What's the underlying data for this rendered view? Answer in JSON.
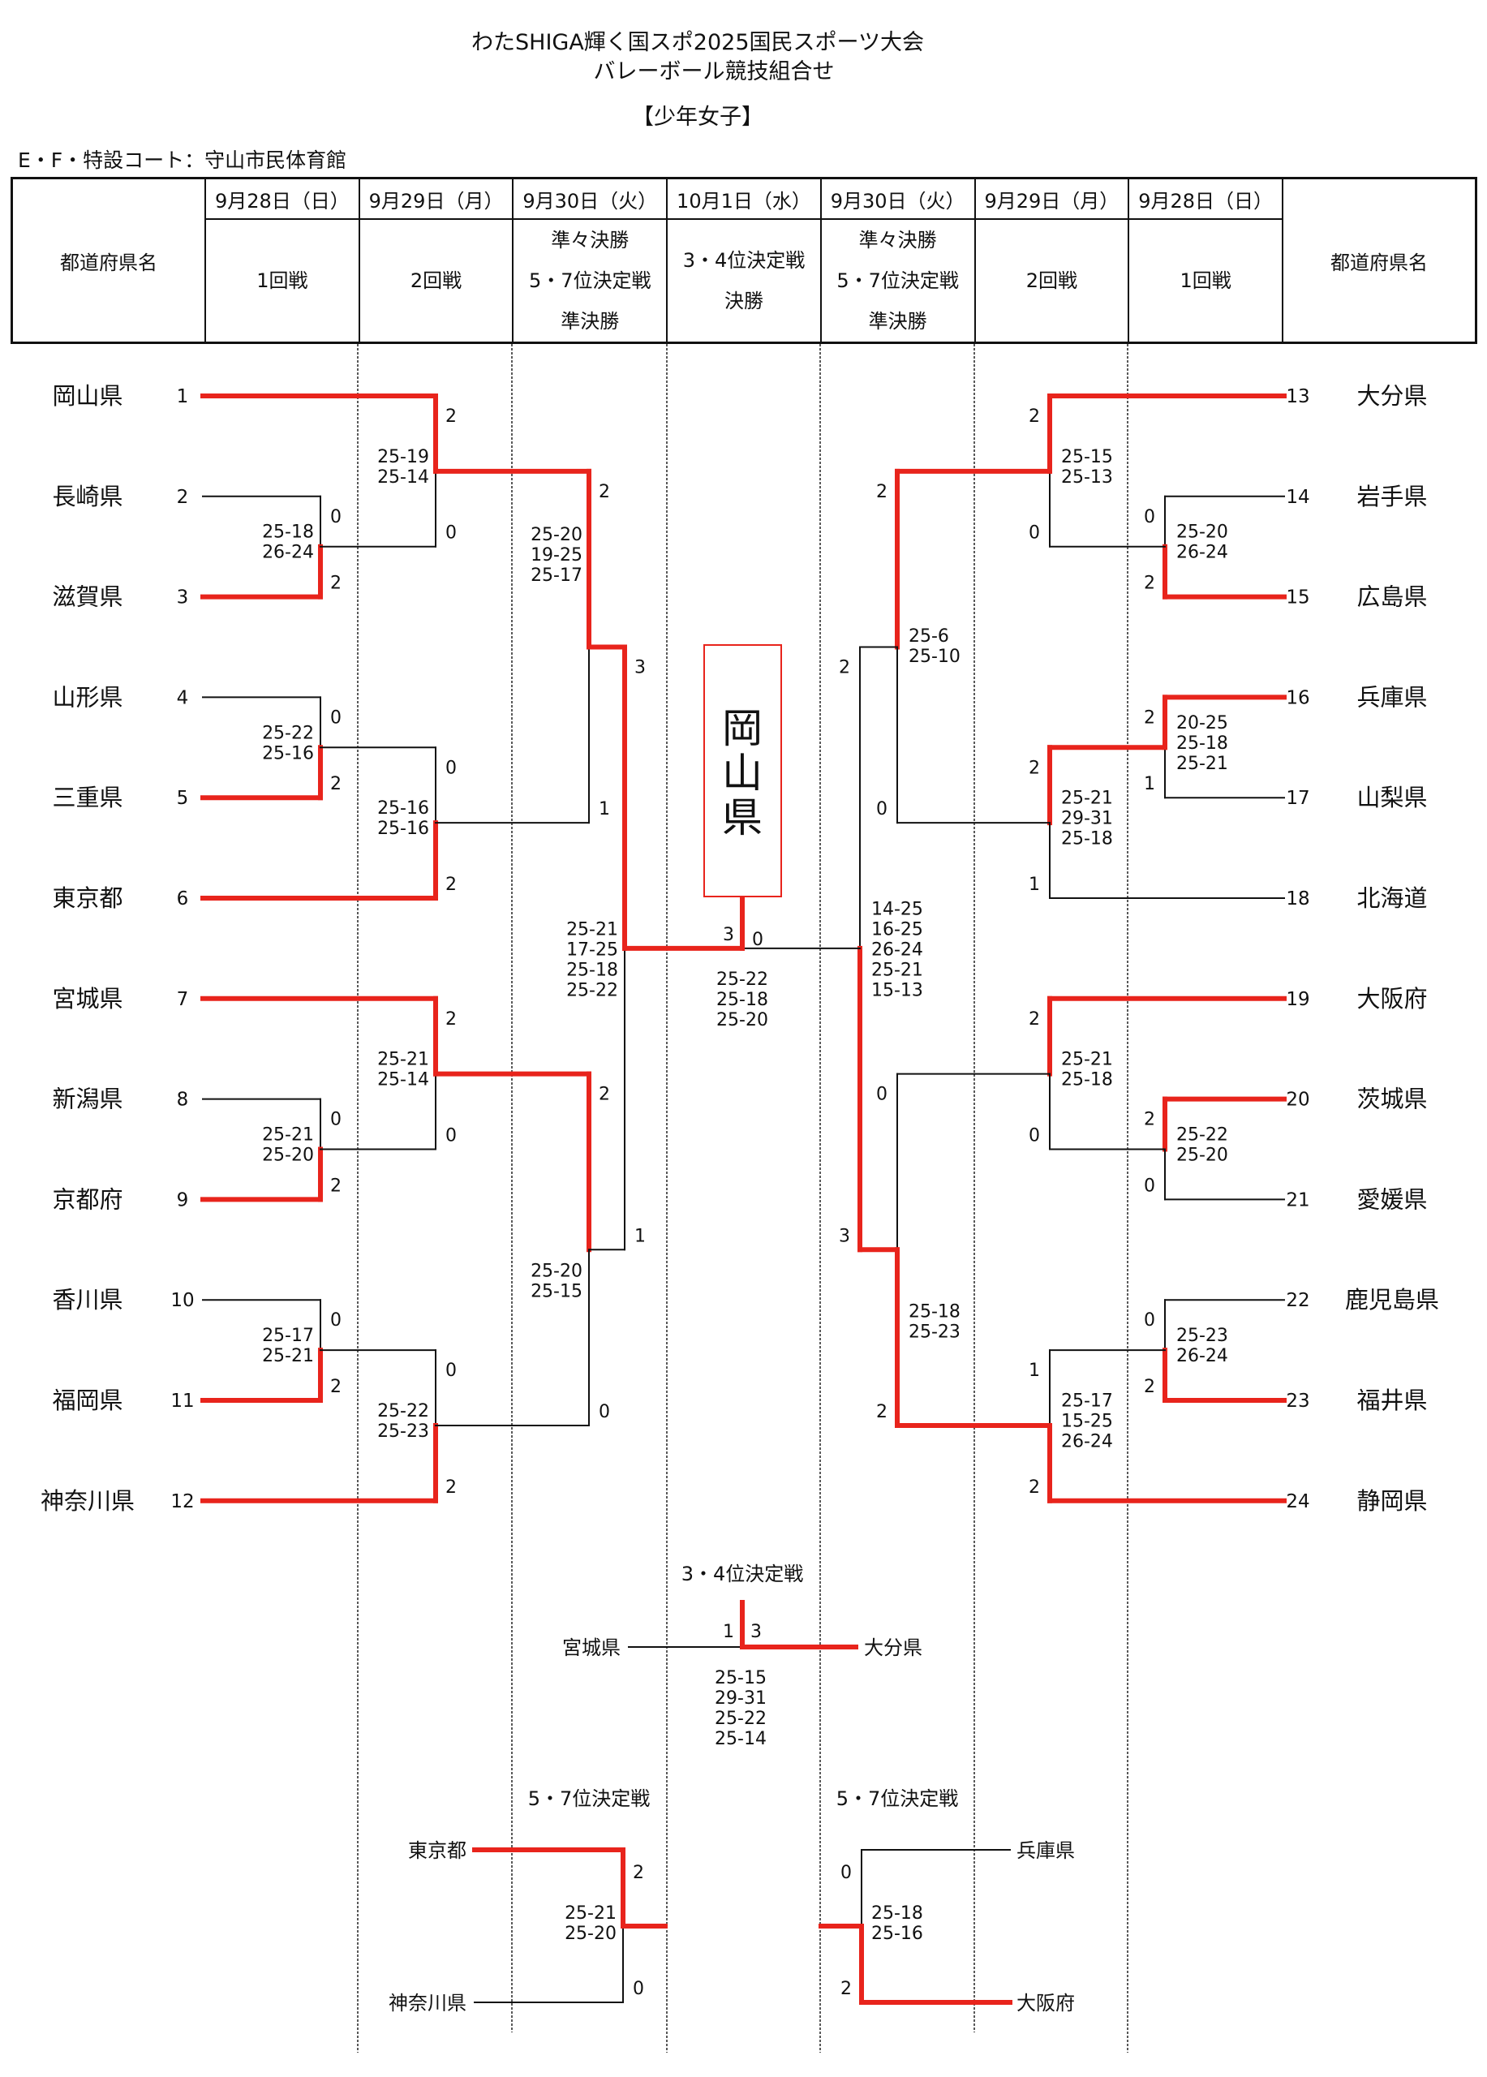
{
  "title": {
    "line1": "わたSHIGA輝く国スポ2025国民スポーツ大会",
    "line2": "バレーボール競技組合せ",
    "division": "【少年女子】",
    "venue": "E・F・特設コート：守山市民体育館"
  },
  "header": {
    "name_col": "都道府県名",
    "dates": [
      "9月28日（日）",
      "9月29日（月）",
      "9月30日（火）",
      "10月1日（水）",
      "9月30日（火）",
      "9月29日（月）",
      "9月28日（日）"
    ],
    "rounds": [
      [
        "1回戦"
      ],
      [
        "2回戦"
      ],
      [
        "準々決勝",
        "5・7位決定戦",
        "準決勝"
      ],
      [
        "3・4位決定戦",
        "決勝"
      ],
      [
        "準々決勝",
        "5・7位決定戦",
        "準決勝"
      ],
      [
        "2回戦"
      ],
      [
        "1回戦"
      ]
    ]
  },
  "teams": [
    {
      "no": "1",
      "name": "岡山県"
    },
    {
      "no": "2",
      "name": "長崎県"
    },
    {
      "no": "3",
      "name": "滋賀県"
    },
    {
      "no": "4",
      "name": "山形県"
    },
    {
      "no": "5",
      "name": "三重県"
    },
    {
      "no": "6",
      "name": "東京都"
    },
    {
      "no": "7",
      "name": "宮城県"
    },
    {
      "no": "8",
      "name": "新潟県"
    },
    {
      "no": "9",
      "name": "京都府"
    },
    {
      "no": "10",
      "name": "香川県"
    },
    {
      "no": "11",
      "name": "福岡県"
    },
    {
      "no": "12",
      "name": "神奈川県"
    },
    {
      "no": "13",
      "name": "大分県"
    },
    {
      "no": "14",
      "name": "岩手県"
    },
    {
      "no": "15",
      "name": "広島県"
    },
    {
      "no": "16",
      "name": "兵庫県"
    },
    {
      "no": "17",
      "name": "山梨県"
    },
    {
      "no": "18",
      "name": "北海道"
    },
    {
      "no": "19",
      "name": "大阪府"
    },
    {
      "no": "20",
      "name": "茨城県"
    },
    {
      "no": "21",
      "name": "愛媛県"
    },
    {
      "no": "22",
      "name": "鹿児島県"
    },
    {
      "no": "23",
      "name": "福井県"
    },
    {
      "no": "24",
      "name": "静岡県"
    }
  ],
  "matches": {
    "L_r1_a": {
      "top_score": "0",
      "bottom_score": "2",
      "winner": "bottom",
      "sets": [
        "25-18",
        "26-24"
      ]
    },
    "L_r1_b": {
      "top_score": "0",
      "bottom_score": "2",
      "winner": "bottom",
      "sets": [
        "25-22",
        "25-16"
      ]
    },
    "L_r1_c": {
      "top_score": "0",
      "bottom_score": "2",
      "winner": "bottom",
      "sets": [
        "25-21",
        "25-20"
      ]
    },
    "L_r1_d": {
      "top_score": "0",
      "bottom_score": "2",
      "winner": "bottom",
      "sets": [
        "25-17",
        "25-21"
      ]
    },
    "L_r2_a": {
      "top_score": "2",
      "bottom_score": "0",
      "winner": "top",
      "sets": [
        "25-19",
        "25-14"
      ]
    },
    "L_r2_b": {
      "top_score": "0",
      "bottom_score": "2",
      "winner": "bottom",
      "sets": [
        "25-16",
        "25-16"
      ]
    },
    "L_r2_c": {
      "top_score": "2",
      "bottom_score": "0",
      "winner": "top",
      "sets": [
        "25-21",
        "25-14"
      ]
    },
    "L_r2_d": {
      "top_score": "0",
      "bottom_score": "2",
      "winner": "bottom",
      "sets": [
        "25-22",
        "25-23"
      ]
    },
    "L_qf_a": {
      "top_score": "2",
      "bottom_score": "1",
      "winner": "top",
      "sets": [
        "25-20",
        "19-25",
        "25-17"
      ],
      "top_label": "2",
      "bottom_label": "1"
    },
    "L_qf_b": {
      "top_score": "2",
      "bottom_score": "0",
      "winner": "top",
      "sets": [
        "25-20",
        "25-15"
      ]
    },
    "L_sf": {
      "top_score": "3",
      "bottom_score": "1",
      "winner": "top",
      "sets": [
        "25-21",
        "17-25",
        "25-18",
        "25-22"
      ]
    },
    "R_r1_a": {
      "top_score": "0",
      "bottom_score": "2",
      "winner": "bottom",
      "sets": [
        "25-20",
        "26-24"
      ]
    },
    "R_r1_b": {
      "top_score": "2",
      "bottom_score": "1",
      "winner": "top",
      "sets": [
        "20-25",
        "25-18",
        "25-21"
      ]
    },
    "R_r1_c": {
      "top_score": "2",
      "bottom_score": "0",
      "winner": "top",
      "sets": [
        "25-22",
        "25-20"
      ]
    },
    "R_r1_d": {
      "top_score": "0",
      "bottom_score": "2",
      "winner": "bottom",
      "sets": [
        "25-23",
        "26-24"
      ]
    },
    "R_r2_a": {
      "top_score": "2",
      "bottom_score": "0",
      "winner": "top",
      "sets": [
        "25-15",
        "25-13"
      ]
    },
    "R_r2_b": {
      "top_score": "2",
      "bottom_score": "1",
      "winner": "top",
      "sets": [
        "25-21",
        "29-31",
        "25-18"
      ]
    },
    "R_r2_c": {
      "top_score": "2",
      "bottom_score": "0",
      "winner": "top",
      "sets": [
        "25-21",
        "25-18"
      ]
    },
    "R_r2_d": {
      "top_score": "1",
      "bottom_score": "2",
      "winner": "bottom",
      "sets": [
        "25-17",
        "15-25",
        "26-24"
      ]
    },
    "R_qf_a": {
      "top_score": "2",
      "bottom_score": "0",
      "winner": "top",
      "sets": [
        "25-6",
        "25-10"
      ]
    },
    "R_qf_b": {
      "top_score": "0",
      "bottom_score": "2",
      "winner": "bottom",
      "sets": [
        "25-18",
        "25-23"
      ]
    },
    "R_sf": {
      "top_score": "2",
      "bottom_score": "3",
      "winner": "bottom",
      "sets": [
        "14-25",
        "16-25",
        "26-24",
        "25-21",
        "15-13"
      ]
    },
    "final": {
      "left_score": "3",
      "right_score": "0",
      "winner": "left",
      "sets": [
        "25-22",
        "25-18",
        "25-20"
      ]
    }
  },
  "champion": "岡山県",
  "third_place": {
    "label": "3・4位決定戦",
    "left_team": "宮城県",
    "right_team": "大分県",
    "left_score": "1",
    "right_score": "3",
    "winner": "right",
    "sets": [
      "25-15",
      "29-31",
      "25-22",
      "25-14"
    ]
  },
  "fifth_left": {
    "label": "5・7位決定戦",
    "top_team": "東京都",
    "bottom_team": "神奈川県",
    "top_score": "2",
    "bottom_score": "0",
    "winner": "top",
    "sets": [
      "25-21",
      "25-20"
    ]
  },
  "fifth_right": {
    "label": "5・7位決定戦",
    "top_team": "兵庫県",
    "bottom_team": "大阪府",
    "top_score": "0",
    "bottom_score": "2",
    "winner": "bottom",
    "sets": [
      "25-18",
      "25-16"
    ]
  },
  "colors": {
    "winner_line": "#e8241c",
    "loser_line": "#111111",
    "grid": "#222222"
  }
}
